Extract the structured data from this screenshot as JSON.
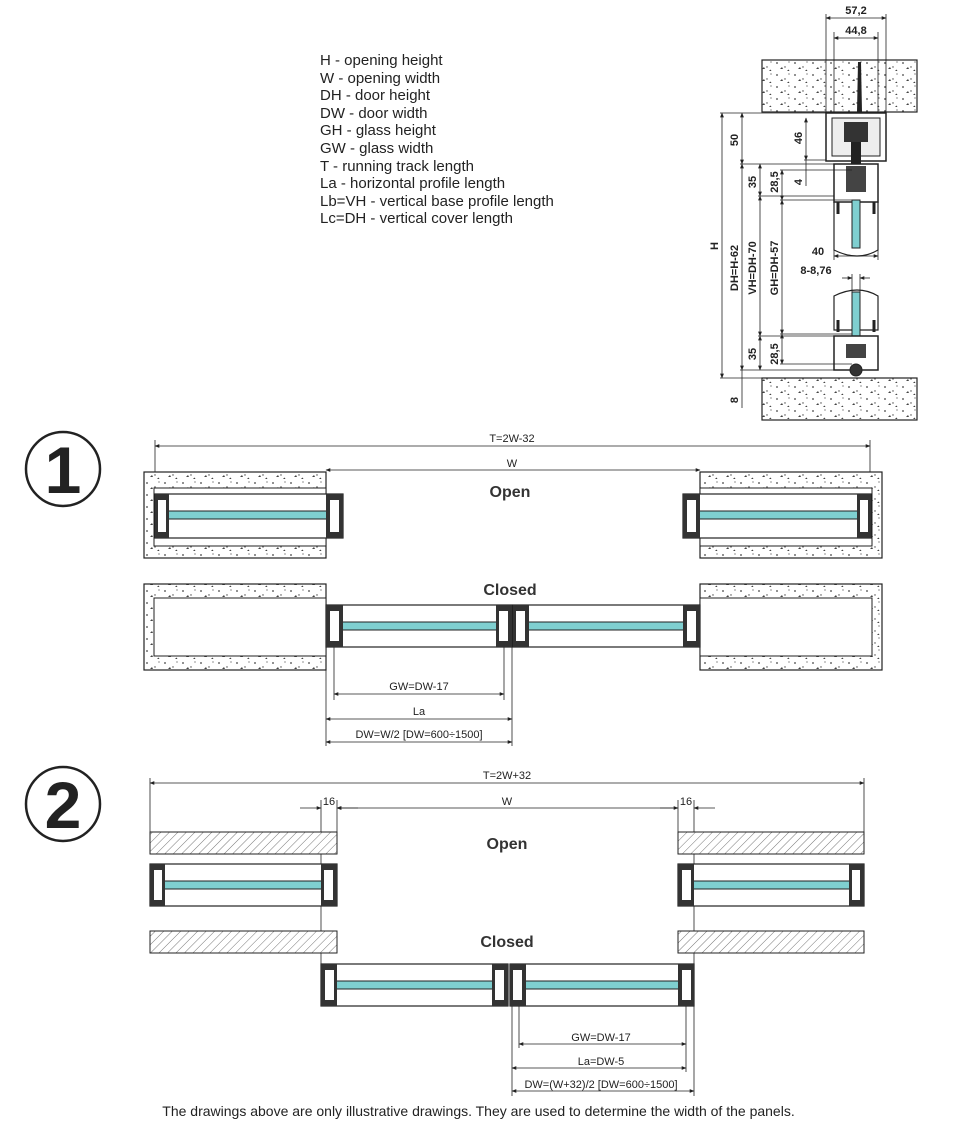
{
  "legend": [
    "H - opening height",
    "W - opening width",
    "DH - door height",
    "DW - door width",
    "GH - glass height",
    "GW - glass width",
    "T - running track length",
    "La - horizontal profile length",
    "Lb=VH - vertical base profile length",
    "Lc=DH - vertical cover length"
  ],
  "section": {
    "d572": "57,2",
    "d448": "44,8",
    "d50": "50",
    "d46": "46",
    "d35a": "35",
    "d285a": "28,5",
    "d4": "4",
    "d40": "40",
    "d8876": "8-8,76",
    "dH": "H",
    "dDH": "DH=H-62",
    "dVH": "VH=DH-70",
    "dGH": "GH=DH-57",
    "d35b": "35",
    "d285b": "28,5",
    "d8": "8"
  },
  "s1": {
    "number": "1",
    "track": "T=2W-32",
    "w": "W",
    "open": "Open",
    "closed": "Closed",
    "gw": "GW=DW-17",
    "la": "La",
    "dw": "DW=W/2 [DW=600÷1500]"
  },
  "s2": {
    "number": "2",
    "track": "T=2W+32",
    "w": "W",
    "sixteen_left": "16",
    "sixteen_right": "16",
    "open": "Open",
    "closed": "Closed",
    "gw": "GW=DW-17",
    "la": "La=DW-5",
    "dw": "DW=(W+32)/2 [DW=600÷1500]"
  },
  "colors": {
    "glass": "#7fcfd0",
    "line": "#222222",
    "hatch": "#555555"
  },
  "footer": "The drawings above are only illustrative drawings. They are used to determine the width of the panels."
}
